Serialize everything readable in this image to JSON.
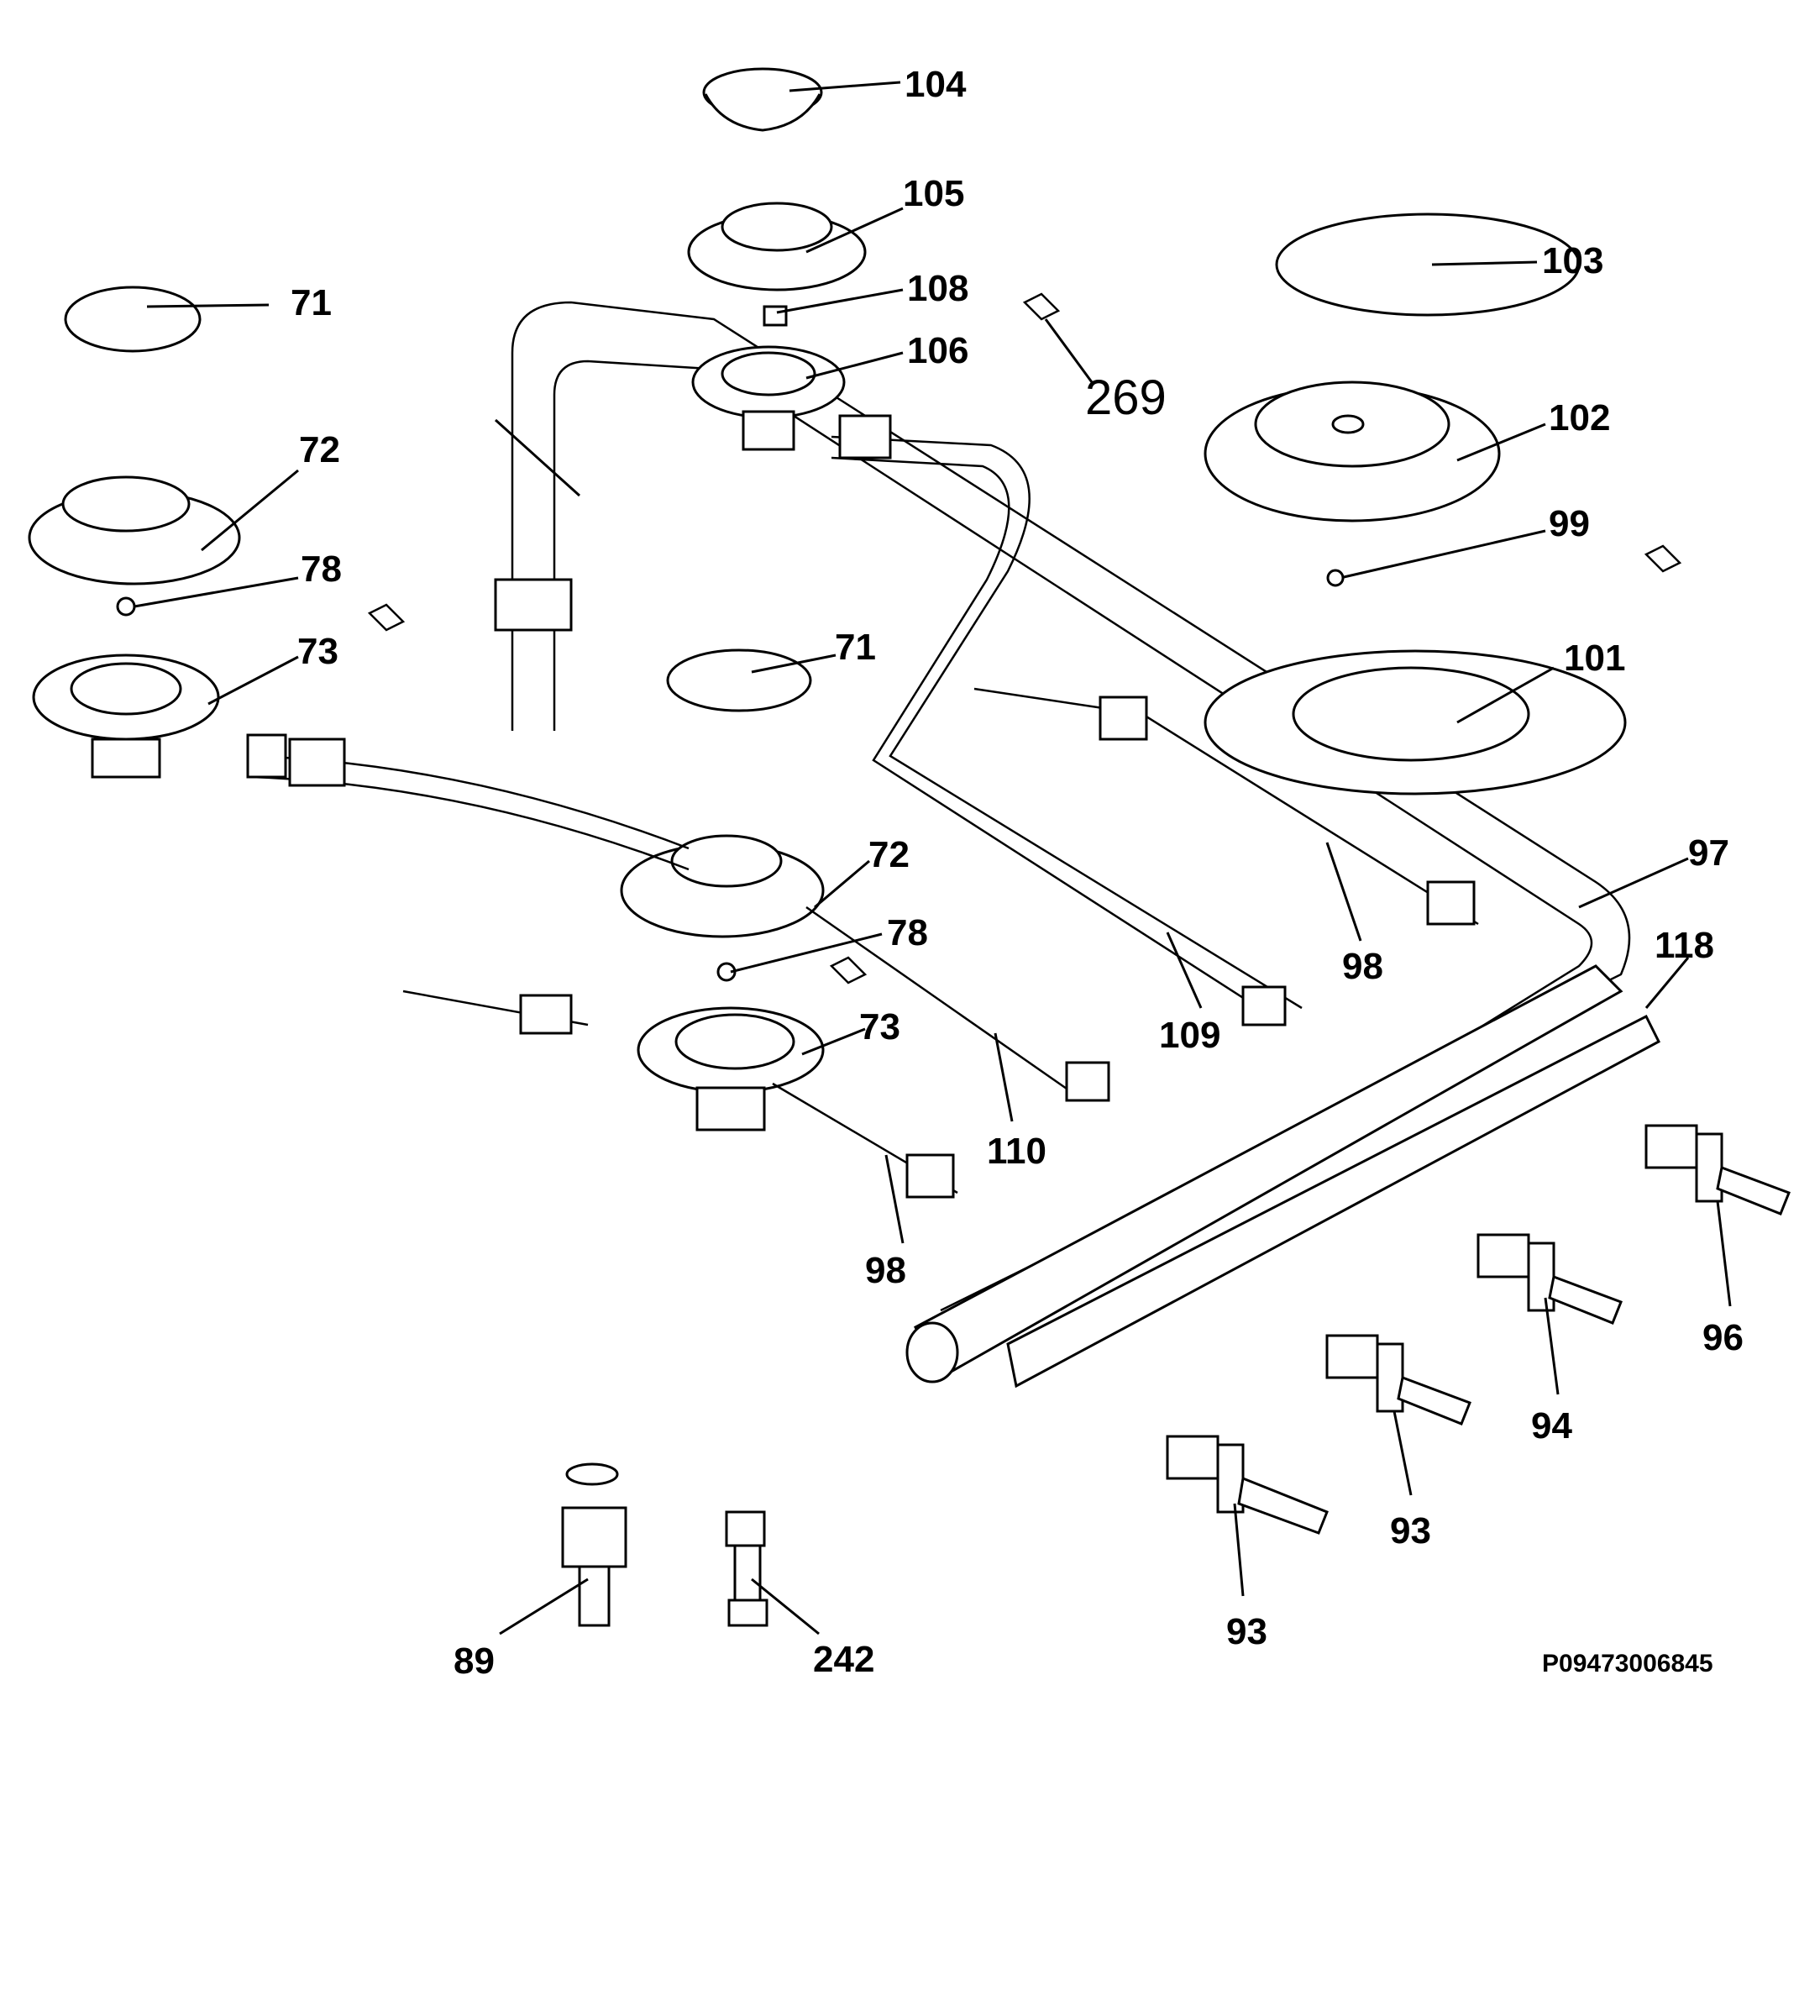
{
  "labels": {
    "l104": "104",
    "l105": "105",
    "l108": "108",
    "l106": "106",
    "l269": "269",
    "l103": "103",
    "l102": "102",
    "l99": "99",
    "l71a": "71",
    "l72a": "72",
    "l78a": "78",
    "l73a": "73",
    "l71b": "71",
    "l101": "101",
    "l97": "97",
    "l98a": "98",
    "l72b": "72",
    "l78b": "78",
    "l73b": "73",
    "l109": "109",
    "l110": "110",
    "l118": "118",
    "l98b": "98",
    "l96": "96",
    "l94": "94",
    "l93a": "93",
    "l93b": "93",
    "l89": "89",
    "l242": "242"
  },
  "reference_code": "P09473006845"
}
